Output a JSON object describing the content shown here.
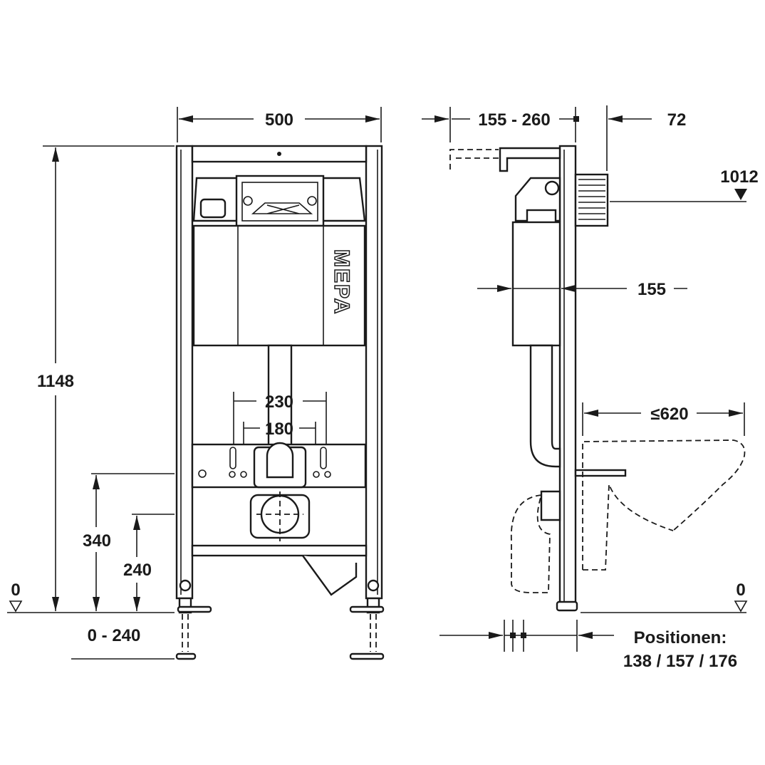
{
  "front_view": {
    "width_label": "500",
    "height_label": "1148",
    "dim_340": "340",
    "dim_240": "240",
    "zero_label": "0",
    "foot_range_label": "0 - 240",
    "dim_230": "230",
    "dim_180": "180",
    "logo_text": "MEPA"
  },
  "side_view": {
    "depth_range_label": "155 - 260",
    "plate_depth_label": "72",
    "height_1012_label": "1012",
    "tank_depth_label": "155",
    "bowl_length_label": "≤620",
    "zero_label": "0",
    "positions_title": "Positionen:",
    "positions_values": "138 / 157 / 176"
  }
}
